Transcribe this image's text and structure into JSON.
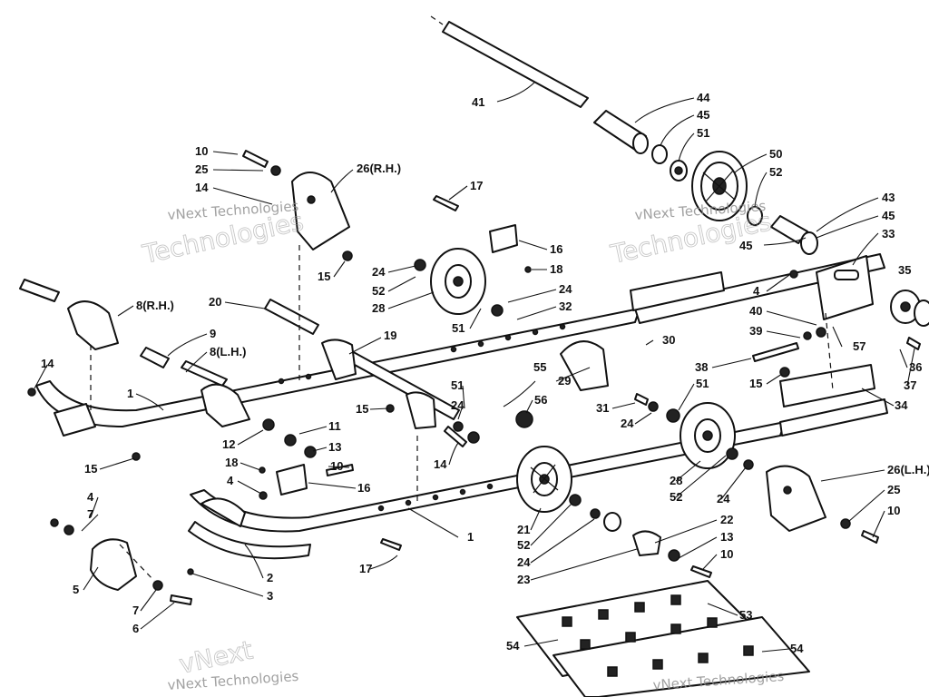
{
  "watermark": {
    "line1": "vNext Technologies",
    "line2": "Technologies",
    "line3": "vNext"
  },
  "callouts": {
    "c41": "41",
    "c44": "44",
    "c45a": "45",
    "c51a": "51",
    "c50": "50",
    "c52a": "52",
    "c43": "43",
    "c45b": "45",
    "c45c": "45",
    "c33": "33",
    "c35": "35",
    "c10a": "10",
    "c25a": "25",
    "c26rh": "26(R.H.)",
    "c14a": "14",
    "c15a": "15",
    "c17a": "17",
    "c16a": "16",
    "c18a": "18",
    "c24a": "24",
    "c52b": "52",
    "c28a": "28",
    "c51b": "51",
    "c24b": "24",
    "c32": "32",
    "c20": "20",
    "c19": "19",
    "c8rh": "8(R.H.)",
    "c9": "9",
    "c8lh": "8(L.H.)",
    "c14b": "14",
    "c1a": "1",
    "c30": "30",
    "c4a": "4",
    "c40": "40",
    "c39": "39",
    "c57": "57",
    "c38": "38",
    "c36": "36",
    "c37": "37",
    "c15b": "15",
    "c34": "34",
    "c55": "55",
    "c29": "29",
    "c51c": "51",
    "c24c": "24",
    "c56": "56",
    "c31": "31",
    "c24d": "24",
    "c51d": "51",
    "c15c": "15",
    "c11": "11",
    "c12": "12",
    "c13a": "13",
    "c10b": "10",
    "c14c": "14",
    "c15d": "15",
    "c18b": "18",
    "c4b": "4",
    "c16b": "16",
    "c28b": "28",
    "c52c": "52",
    "c24e": "24",
    "c26lh": "26(L.H.)",
    "c25b": "25",
    "c10c": "10",
    "c4c": "4",
    "c7a": "7",
    "c5": "5",
    "c7b": "7",
    "c6": "6",
    "c2": "2",
    "c3": "3",
    "c17b": "17",
    "c21": "21",
    "c52d": "52",
    "c24f": "24",
    "c23": "23",
    "c22": "22",
    "c13b": "13",
    "c10d": "10",
    "c1b": "1",
    "c53": "53",
    "c54a": "54",
    "c54b": "54"
  }
}
